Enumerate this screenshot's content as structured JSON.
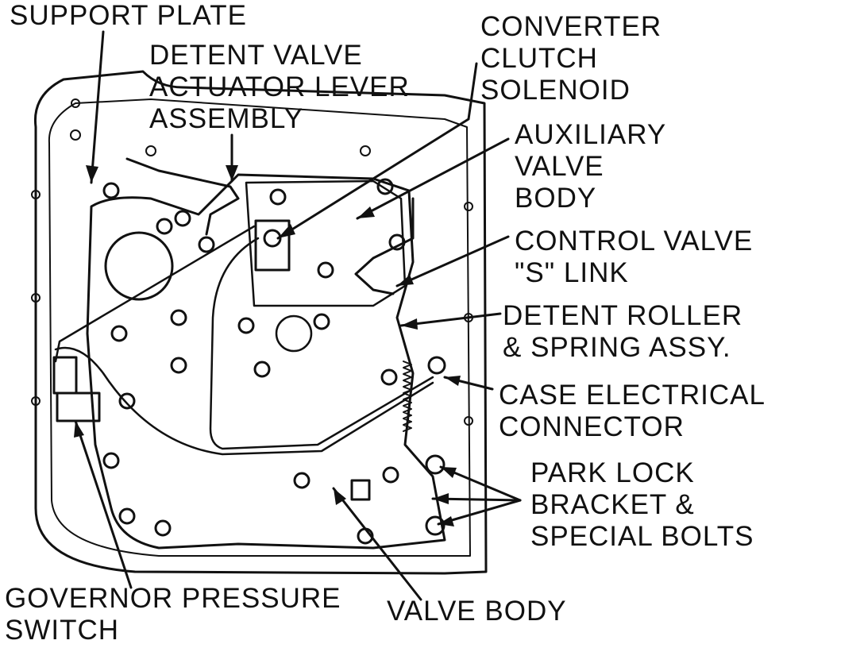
{
  "colors": {
    "ink": "#111111",
    "paper": "#ffffff"
  },
  "labels": {
    "support_plate": [
      "SUPPORT PLATE"
    ],
    "detent_valve_actuator": [
      "DETENT VALVE",
      "ACTUATOR LEVER",
      "ASSEMBLY"
    ],
    "converter_clutch_solenoid": [
      "CONVERTER",
      "CLUTCH",
      "SOLENOID"
    ],
    "auxiliary_valve_body": [
      "AUXILIARY",
      "VALVE",
      "BODY"
    ],
    "control_valve_link": [
      "CONTROL VALVE",
      "\"S\" LINK"
    ],
    "detent_roller": [
      "DETENT ROLLER",
      "& SPRING ASSY."
    ],
    "case_electrical_connector": [
      "CASE ELECTRICAL",
      "CONNECTOR"
    ],
    "park_lock_bracket": [
      "PARK LOCK",
      "BRACKET &",
      "SPECIAL BOLTS"
    ],
    "governor_pressure_switch": [
      "GOVERNOR PRESSURE",
      "SWITCH"
    ],
    "valve_body": [
      "VALVE BODY"
    ]
  }
}
